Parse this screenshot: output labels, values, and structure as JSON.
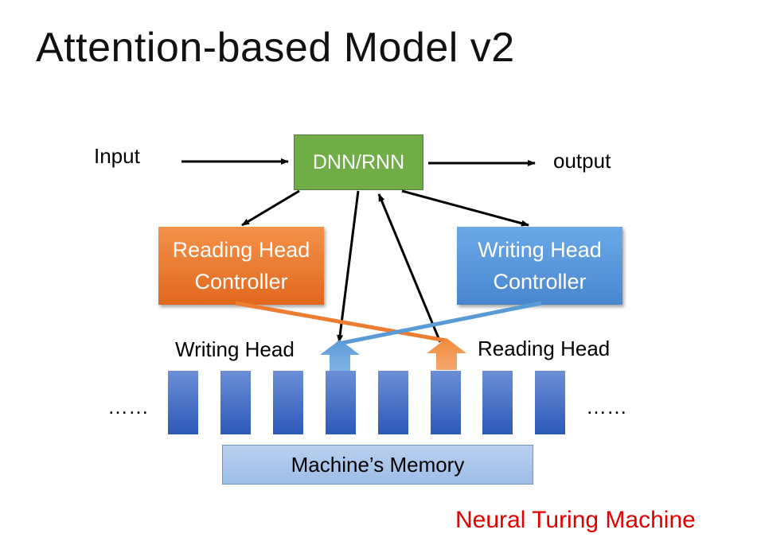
{
  "title": "Attention-based Model v2",
  "input_label": "Input",
  "output_label": "output",
  "dnn_label": "DNN/RNN",
  "reading_controller": [
    "Reading Head",
    "Controller"
  ],
  "writing_controller": [
    "Writing Head",
    "Controller"
  ],
  "writing_head_label": "Writing Head",
  "reading_head_label": "Reading Head",
  "ellipsis_left": "……",
  "ellipsis_right": "……",
  "memory_label": "Machine’s Memory",
  "footer": "Neural Turing Machine",
  "colors": {
    "dnn": "#70ad47",
    "reading": "#ed7d31",
    "writing": "#5b9bd5",
    "memory_cell": "#4472c4",
    "footer": "#e00000"
  }
}
